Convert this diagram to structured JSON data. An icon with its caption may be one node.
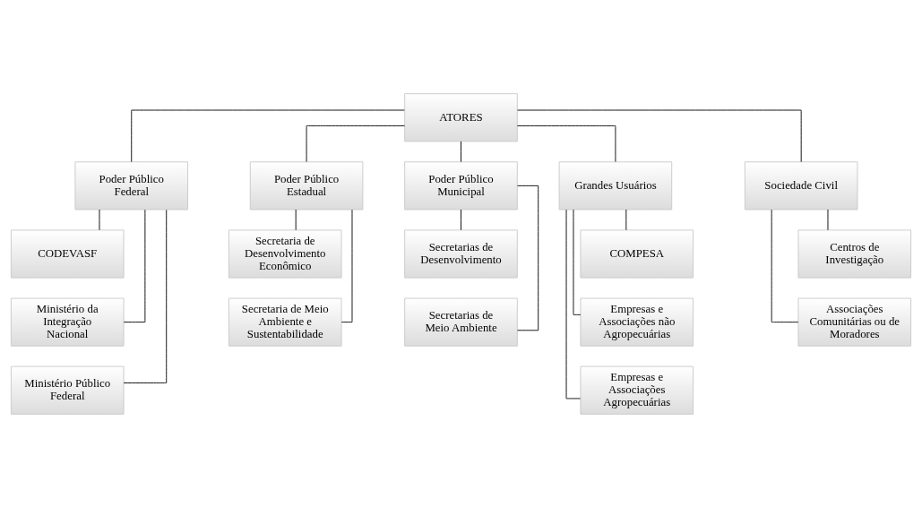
{
  "diagram": {
    "nodes": [
      {
        "text": [
          "ATORES"
        ]
      },
      {
        "text": [
          "Poder Público Federal"
        ]
      },
      {
        "text": [
          "Poder Público Estadual"
        ]
      },
      {
        "text": [
          "Poder Público Municipal"
        ]
      },
      {
        "text": [
          "Grandes Usuários"
        ]
      },
      {
        "text": [
          "Sociedade Civil"
        ]
      },
      {
        "text": [
          "CODEVASF"
        ]
      },
      {
        "text": [
          "Ministério da Integração Nacional"
        ]
      },
      {
        "text": [
          "Ministério Público Federal"
        ]
      },
      {
        "text": [
          "Secretaria de Desenvolvimento Econômico"
        ]
      },
      {
        "text": [
          "Secretaria de Meio Ambiente e Sustentabilidade"
        ]
      },
      {
        "text": [
          "Secretarias de Desenvolvimento"
        ]
      },
      {
        "text": [
          "Secretarias de Meio Ambiente"
        ]
      },
      {
        "text": [
          "COMPESA"
        ]
      },
      {
        "text": [
          "Empresas e Associações não Agropecuárias"
        ]
      },
      {
        "text": [
          "Empresas e Associações Agropecuárias"
        ]
      },
      {
        "text": [
          "Centros de Investigação"
        ]
      },
      {
        "text": [
          "Associações Comunitárias ou de Moradores"
        ]
      }
    ],
    "edges": [
      {
        "from": 0,
        "to": 1,
        "arrow": "none"
      },
      {
        "from": 0,
        "to": 2,
        "arrow": "none"
      },
      {
        "from": 0,
        "to": 3,
        "arrow": "none"
      },
      {
        "from": 0,
        "to": 4,
        "arrow": "none"
      },
      {
        "from": 0,
        "to": 5,
        "arrow": "none"
      },
      {
        "from": 1,
        "to": 6,
        "arrow": "none"
      },
      {
        "from": 1,
        "to": 7,
        "arrow": "none"
      },
      {
        "from": 1,
        "to": 8,
        "arrow": "none"
      },
      {
        "from": 2,
        "to": 9,
        "arrow": "none"
      },
      {
        "from": 2,
        "to": 10,
        "arrow": "none"
      },
      {
        "from": 3,
        "to": 11,
        "arrow": "none"
      },
      {
        "from": 3,
        "to": 12,
        "arrow": "none"
      },
      {
        "from": 4,
        "to": 13,
        "arrow": "none"
      },
      {
        "from": 4,
        "to": 14,
        "arrow": "none"
      },
      {
        "from": 4,
        "to": 15,
        "arrow": "none"
      },
      {
        "from": 5,
        "to": 16,
        "arrow": "none"
      },
      {
        "from": 5,
        "to": 17,
        "arrow": "none"
      }
    ]
  }
}
